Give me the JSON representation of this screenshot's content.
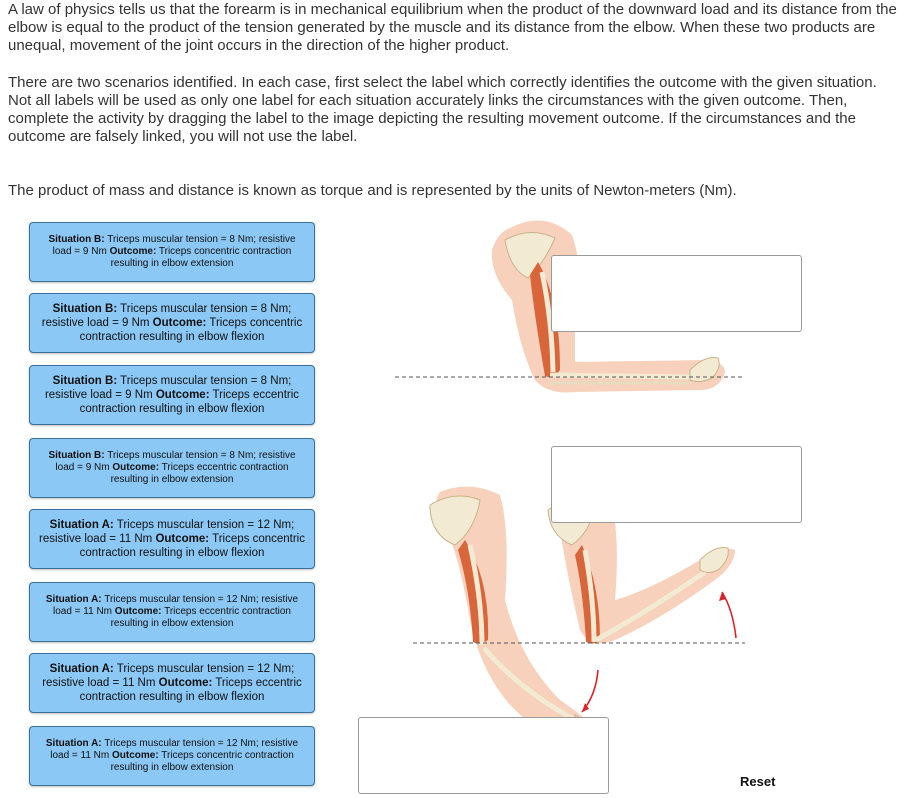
{
  "instructions": {
    "para1": [
      "A law of physics tells us that the forearm is in mechanical equilibrium when the product of the downward load and its distance from the",
      "elbow is equal to the product of the tension generated by the muscle and its distance from the elbow.  When these two products are",
      "unequal, movement of the joint occurs in the direction of the higher product."
    ],
    "para2": [
      "There are two scenarios identified.  In each case, first select the label which correctly identifies the outcome with the given situation.",
      "Not all labels will be used as only one label for each situation accurately links the circumstances with the given outcome.  Then,",
      "complete the activity by dragging the label to the image depicting the resulting movement outcome.  If the circumstances and the",
      "outcome are falsely linked, you will not use the label."
    ],
    "para3": "The product of mass and distance is known as torque and is represented by the units of Newton-meters (Nm)."
  },
  "outcome_bold": "Outcome:",
  "labels": [
    {
      "sit": "Situation B:",
      "pre": "Triceps muscular tension = 8 Nm; resistive load = 9 Nm",
      "post": "Triceps concentric contraction resulting in elbow extension"
    },
    {
      "sit": "Situation B:",
      "pre": "Triceps muscular tension = 8 Nm; resistive load = 9 Nm",
      "post": "Triceps concentric contraction resulting in elbow flexion"
    },
    {
      "sit": "Situation B:",
      "pre": "Triceps muscular tension = 8 Nm; resistive load = 9 Nm",
      "post": "Triceps eccentric contraction resulting in elbow flexion"
    },
    {
      "sit": "Situation B:",
      "pre": "Triceps muscular tension = 8 Nm; resistive load = 9 Nm",
      "post": "Triceps eccentric contraction resulting in elbow extension"
    },
    {
      "sit": "Situation A:",
      "pre": "Triceps muscular tension = 12 Nm; resistive load = 11 Nm",
      "post": "Triceps concentric contraction resulting in elbow flexion"
    },
    {
      "sit": "Situation A:",
      "pre": "Triceps muscular tension = 12 Nm; resistive load = 11 Nm",
      "post": "Triceps eccentric contraction resulting in elbow extension"
    },
    {
      "sit": "Situation A:",
      "pre": "Triceps muscular tension = 12 Nm; resistive load = 11 Nm",
      "post": "Triceps eccentric contraction resulting in elbow flexion"
    },
    {
      "sit": "Situation A:",
      "pre": "Triceps muscular tension = 12 Nm; resistive load = 11 Nm",
      "post": "Triceps concentric contraction resulting in elbow extension"
    }
  ],
  "reset_label": "Reset",
  "colors": {
    "label_bg": "#8bc8f6",
    "label_border": "#3a6f98",
    "skin": "#f6c9b0",
    "muscle": "#d9653a",
    "bone": "#f3ead3",
    "arrow": "#d9252a"
  }
}
